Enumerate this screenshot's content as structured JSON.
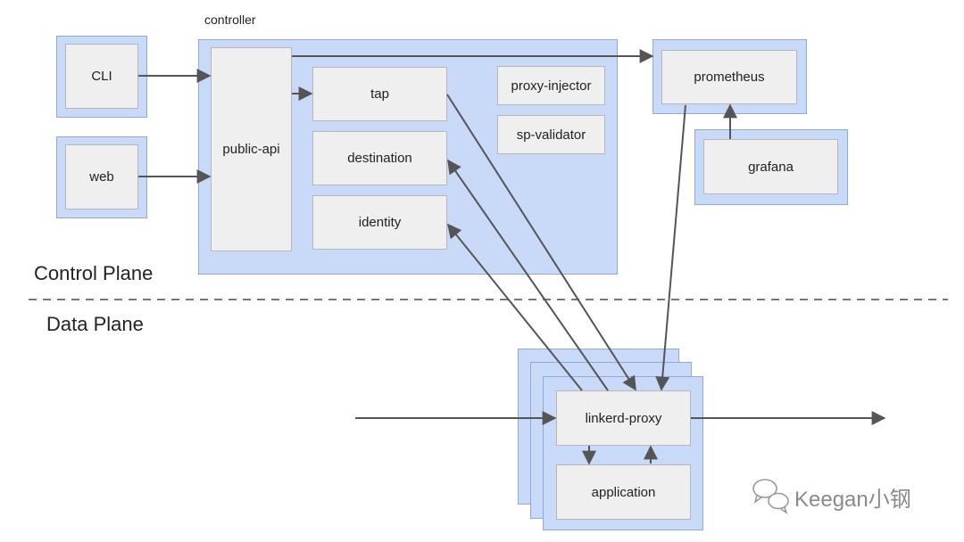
{
  "controller": {
    "title": "controller",
    "components": {
      "public_api": "public-api",
      "tap": "tap",
      "destination": "destination",
      "identity": "identity",
      "proxy_injector": "proxy-injector",
      "sp_validator": "sp-validator"
    }
  },
  "clients": {
    "cli": "CLI",
    "web": "web"
  },
  "monitoring": {
    "prometheus": "prometheus",
    "grafana": "grafana"
  },
  "planes": {
    "control": "Control Plane",
    "data": "Data Plane"
  },
  "data_plane": {
    "proxy": "linkerd-proxy",
    "application": "application"
  },
  "watermark": {
    "text": "Keegan小钢",
    "icon": "wechat-icon"
  },
  "colors": {
    "outer_fill": "#c9daf8",
    "inner_fill": "#efefef",
    "arrow": "#555555"
  }
}
